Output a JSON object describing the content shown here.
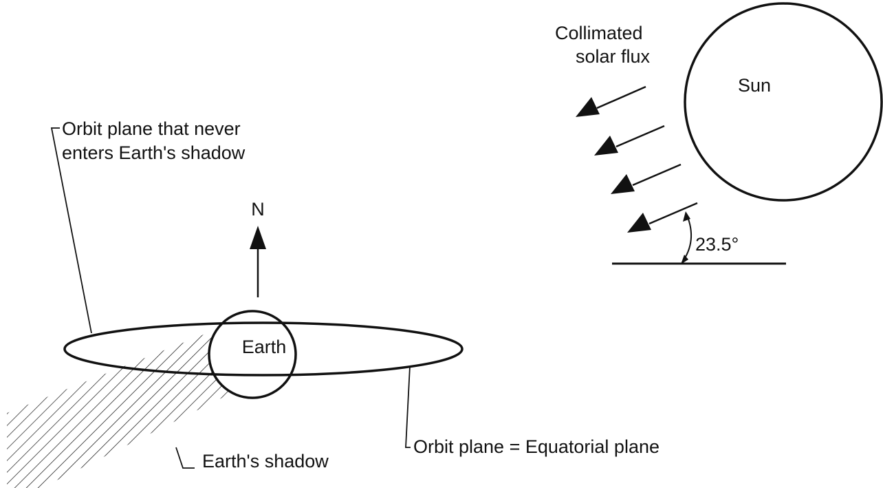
{
  "labels": {
    "collimated_line1": "Collimated",
    "collimated_line2": "solar flux",
    "sun": "Sun",
    "orbit_never_line1": "Orbit plane that never",
    "orbit_never_line2": "enters Earth's shadow",
    "north": "N",
    "angle": "23.5°",
    "earth": "Earth",
    "orbit_equatorial": "Orbit plane = Equatorial plane",
    "shadow": "Earth's shadow"
  },
  "values": {
    "tilt_angle_deg": 23.5
  },
  "colors": {
    "ink": "#111111",
    "background": "#ffffff"
  }
}
